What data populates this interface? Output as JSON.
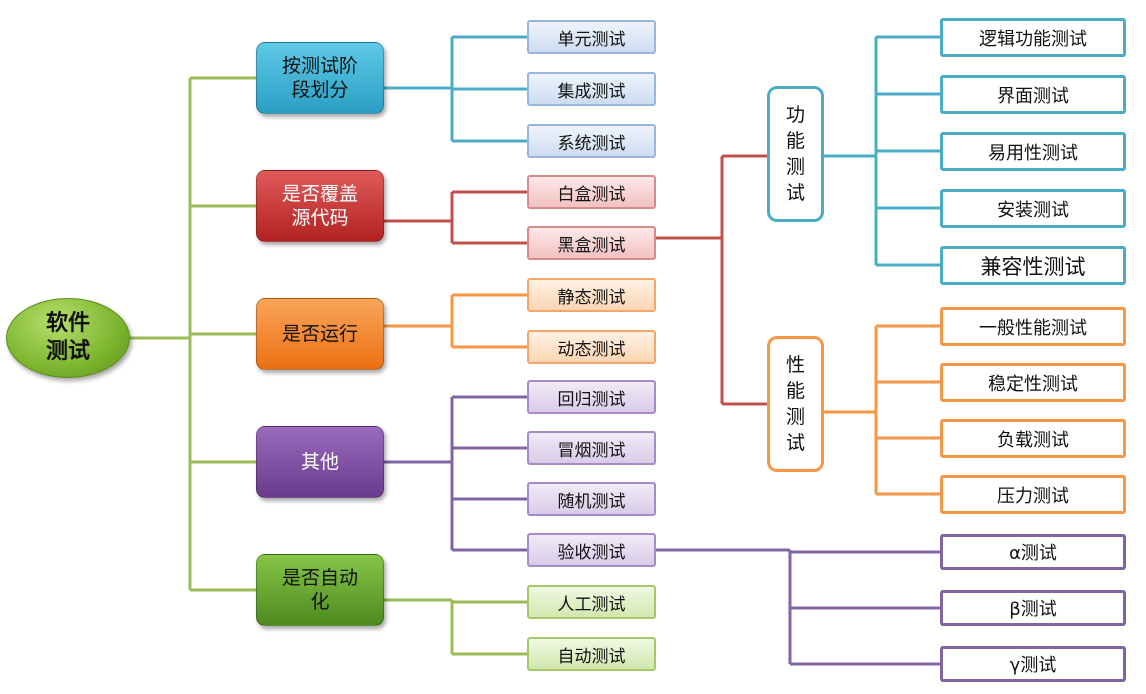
{
  "colors": {
    "root": "#7cb52f",
    "stage": "#2a9fc4",
    "coverage": "#bf2b2b",
    "run": "#ef7d22",
    "other": "#7a4b9c",
    "auto": "#5f9b2c",
    "line_green": "#9bbb59",
    "line_blue": "#4bacc6",
    "line_red": "#c0504d",
    "line_orange": "#f79646",
    "line_purple": "#8064a2"
  },
  "root": {
    "label": "软件\n测试"
  },
  "categories": [
    {
      "key": "stage",
      "label": "按测试阶\n段划分",
      "children": [
        "单元测试",
        "集成测试",
        "系统测试"
      ]
    },
    {
      "key": "coverage",
      "label": "是否覆盖\n源代码",
      "children": [
        "白盒测试",
        "黑盒测试"
      ]
    },
    {
      "key": "run",
      "label": "是否运行",
      "children": [
        "静态测试",
        "动态测试"
      ]
    },
    {
      "key": "other",
      "label": "其他",
      "children": [
        "回归测试",
        "冒烟测试",
        "随机测试",
        "验收测试"
      ]
    },
    {
      "key": "auto",
      "label": "是否自动\n化",
      "children": [
        "人工测试",
        "自动测试"
      ]
    }
  ],
  "blackbox": {
    "functional": {
      "label": "功\n能\n测\n试",
      "children": [
        "逻辑功能测试",
        "界面测试",
        "易用性测试",
        "安装测试",
        "兼容性测试"
      ]
    },
    "performance": {
      "label": "性\n能\n测\n试",
      "children": [
        "一般性能测试",
        "稳定性测试",
        "负载测试",
        "压力测试"
      ]
    }
  },
  "acceptance": {
    "children": [
      "α测试",
      "β测试",
      "γ测试"
    ]
  }
}
